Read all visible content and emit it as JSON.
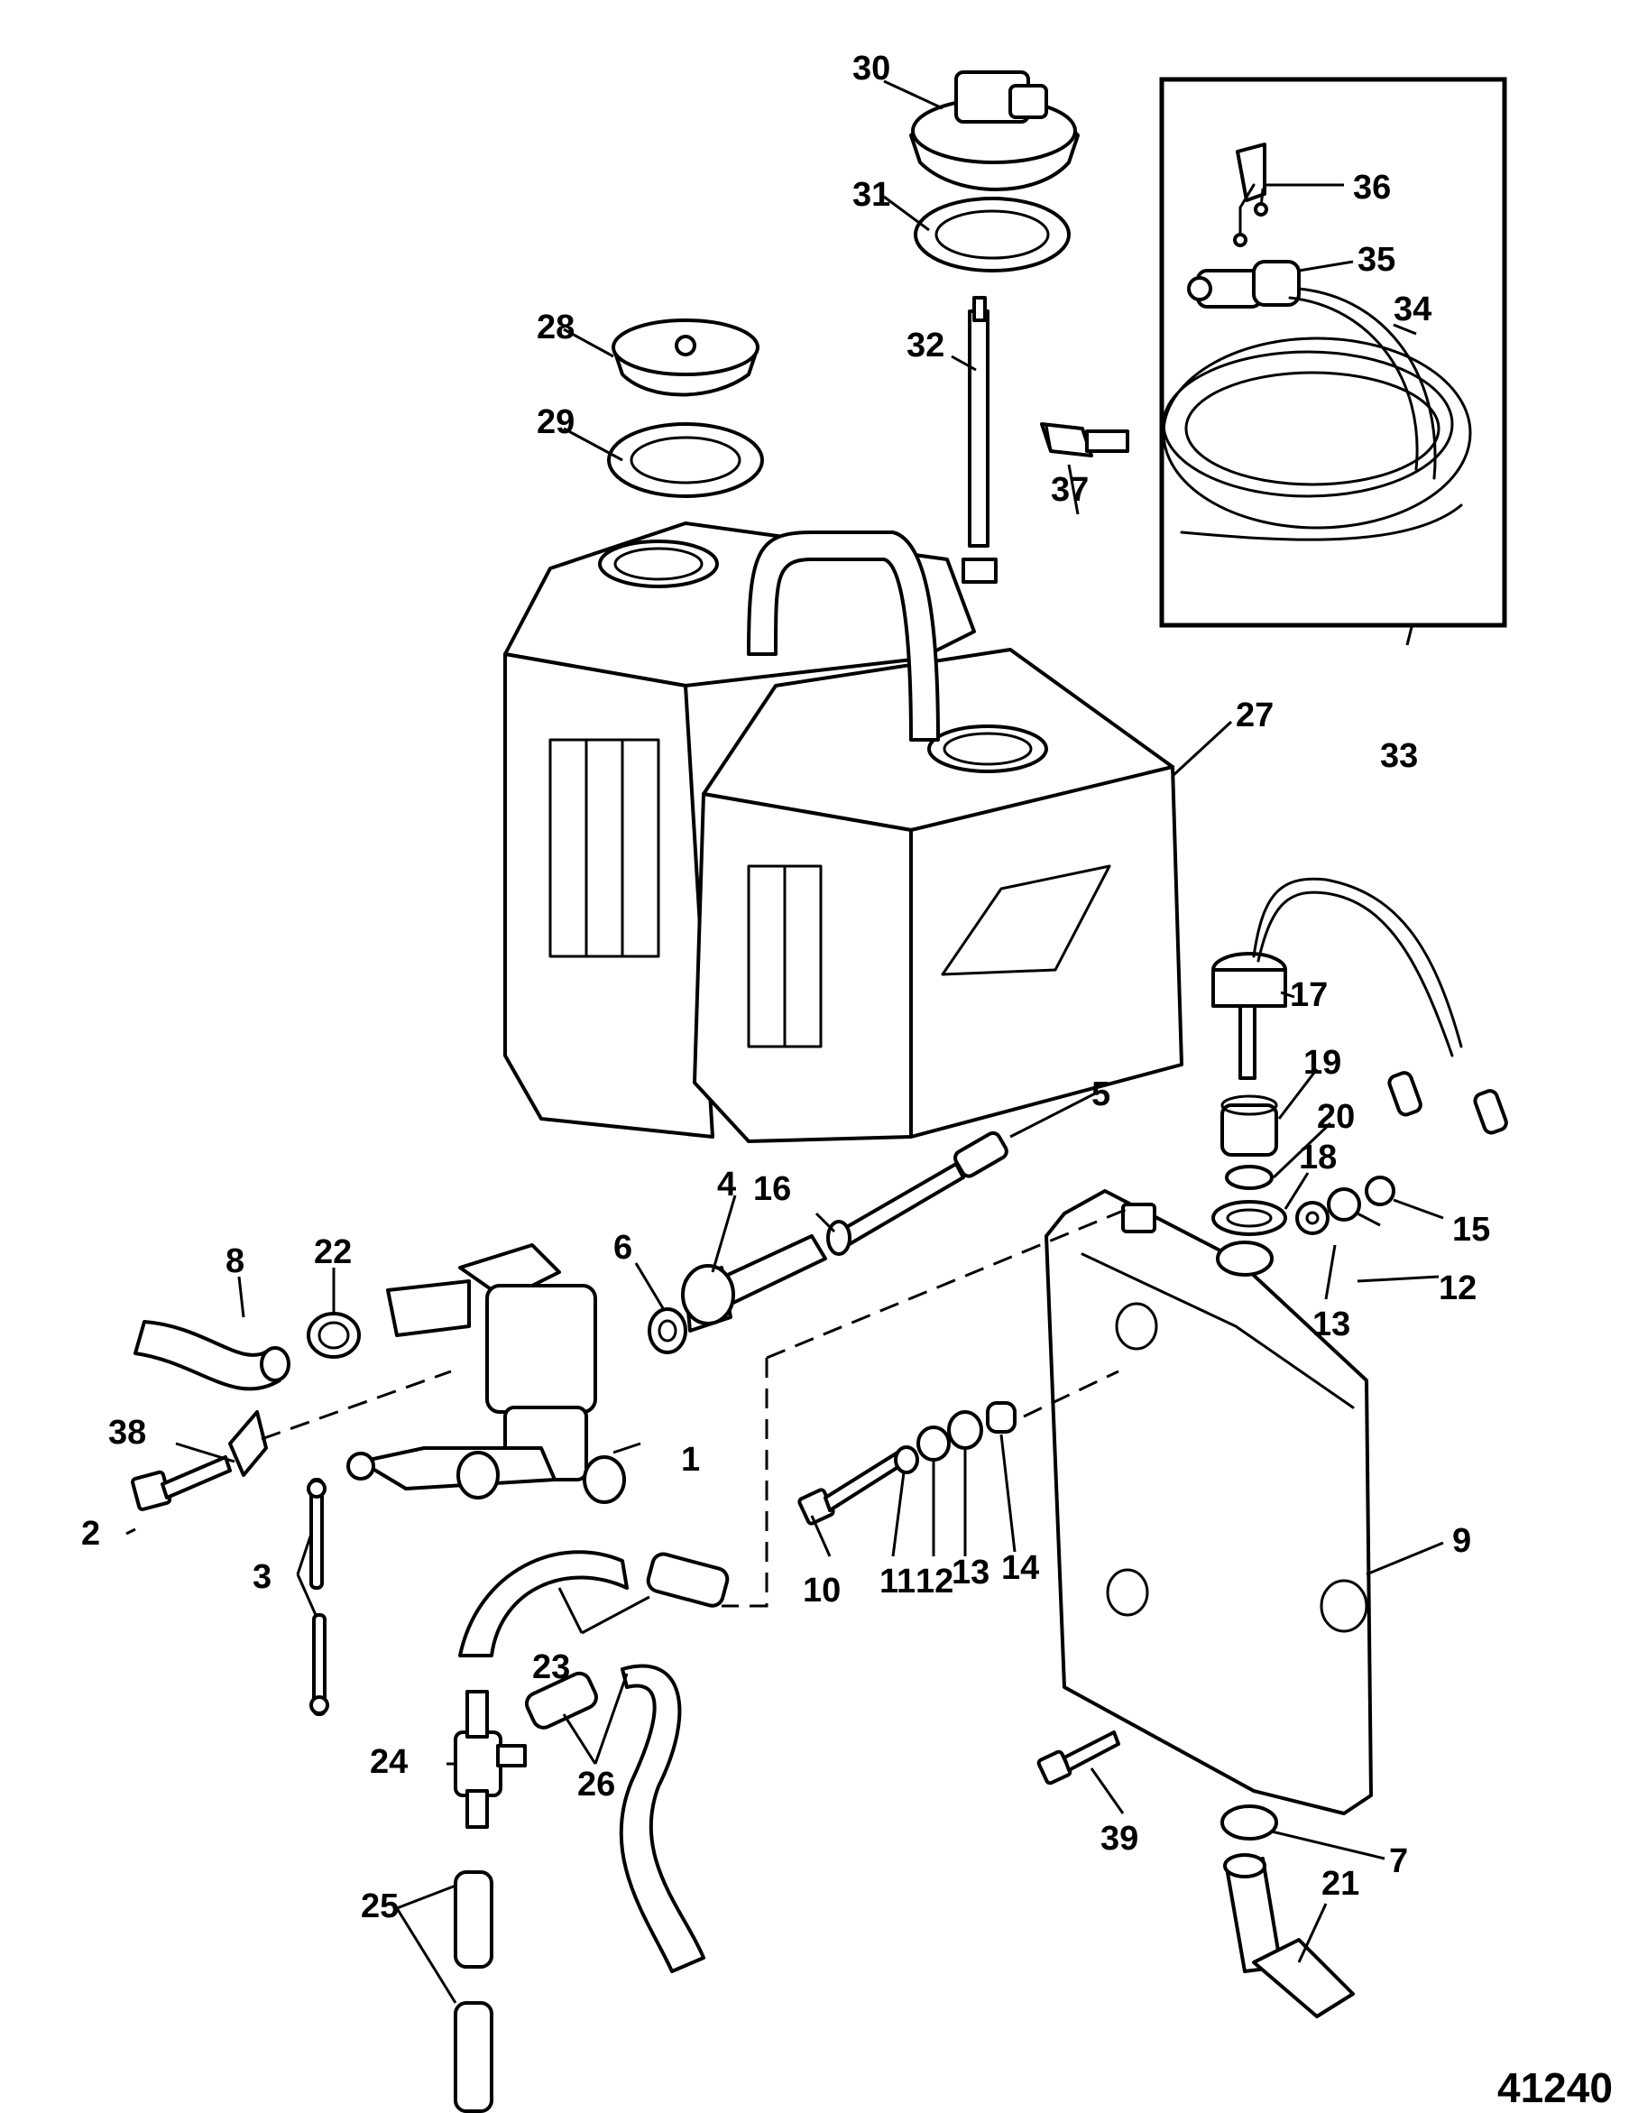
{
  "diagram": {
    "figure_number": "41240",
    "callouts": {
      "c1": "1",
      "c2": "2",
      "c3": "3",
      "c4": "4",
      "c5": "5",
      "c6": "6",
      "c7": "7",
      "c8": "8",
      "c9": "9",
      "c10": "10",
      "c11": "11",
      "c12a": "12",
      "c12b": "12",
      "c13a": "13",
      "c13b": "13",
      "c14": "14",
      "c15": "15",
      "c16": "16",
      "c17": "17",
      "c18": "18",
      "c19": "19",
      "c20": "20",
      "c21": "21",
      "c22": "22",
      "c23": "23",
      "c24": "24",
      "c25": "25",
      "c26": "26",
      "c27": "27",
      "c28": "28",
      "c29": "29",
      "c30": "30",
      "c31": "31",
      "c32": "32",
      "c33": "33",
      "c34": "34",
      "c35": "35",
      "c36": "36",
      "c37": "37",
      "c38": "38",
      "c39": "39"
    }
  }
}
